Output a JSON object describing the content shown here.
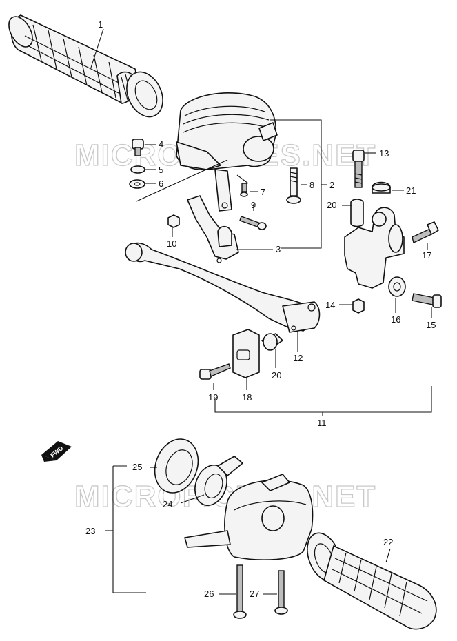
{
  "watermark": "MICROFICHES.NET",
  "fwd_label": "FWD",
  "callouts": [
    {
      "id": "c1",
      "label": "1"
    },
    {
      "id": "c2",
      "label": "2"
    },
    {
      "id": "c3",
      "label": "3"
    },
    {
      "id": "c4",
      "label": "4"
    },
    {
      "id": "c5",
      "label": "5"
    },
    {
      "id": "c6",
      "label": "6"
    },
    {
      "id": "c7",
      "label": "7"
    },
    {
      "id": "c8",
      "label": "8"
    },
    {
      "id": "c9",
      "label": "9"
    },
    {
      "id": "c10",
      "label": "10"
    },
    {
      "id": "c11",
      "label": "11"
    },
    {
      "id": "c12",
      "label": "12"
    },
    {
      "id": "c13",
      "label": "13"
    },
    {
      "id": "c14",
      "label": "14"
    },
    {
      "id": "c15",
      "label": "15"
    },
    {
      "id": "c16",
      "label": "16"
    },
    {
      "id": "c17",
      "label": "17"
    },
    {
      "id": "c18",
      "label": "18"
    },
    {
      "id": "c19",
      "label": "19"
    },
    {
      "id": "c20a",
      "label": "20"
    },
    {
      "id": "c20b",
      "label": "20"
    },
    {
      "id": "c21",
      "label": "21"
    },
    {
      "id": "c22",
      "label": "22"
    },
    {
      "id": "c23",
      "label": "23"
    },
    {
      "id": "c24",
      "label": "24"
    },
    {
      "id": "c25",
      "label": "25"
    },
    {
      "id": "c26",
      "label": "26"
    },
    {
      "id": "c27",
      "label": "27"
    }
  ]
}
